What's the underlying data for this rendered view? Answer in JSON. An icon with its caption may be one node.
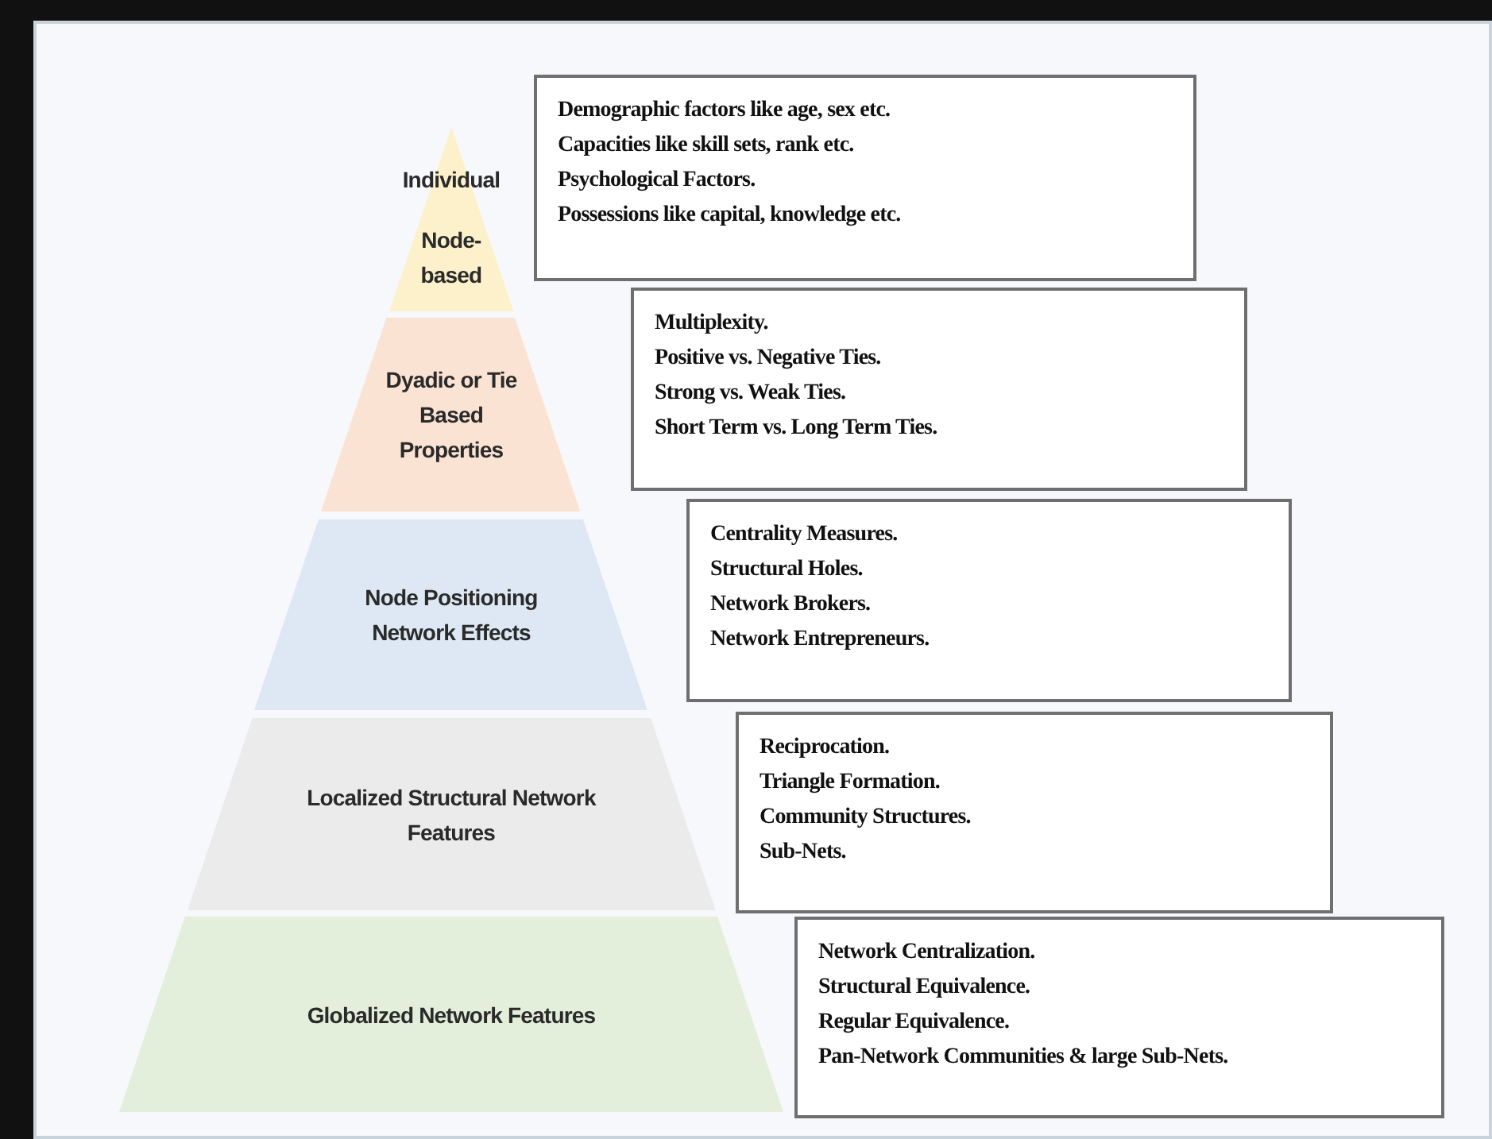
{
  "diagram": {
    "nodes": [
      {
        "text": [
          "Individual",
          "Node-based"
        ]
      },
      {
        "text": [
          "Dyadic or Tie Based Properties"
        ]
      },
      {
        "text": [
          "Node Positioning Network Effects"
        ]
      },
      {
        "text": [
          "Localized Structural Network Features"
        ]
      },
      {
        "text": [
          "Globalized Network Features"
        ]
      },
      {
        "text": [
          "Demographic factors like age, sex etc.",
          "Capacities like skill sets, rank etc.",
          "Psychological Factors.",
          "Possessions like capital, knowledge etc."
        ]
      },
      {
        "text": [
          "Multiplexity.",
          "Positive vs. Negative Ties.",
          "Strong vs. Weak Ties.",
          "Short Term vs. Long Term Ties."
        ]
      },
      {
        "text": [
          "Centrality Measures.",
          "Structural Holes.",
          "Network Brokers.",
          "Network Entrepreneurs."
        ]
      },
      {
        "text": [
          "Reciprocation.",
          "Triangle Formation.",
          "Community Structures.",
          "Sub-Nets."
        ]
      },
      {
        "text": [
          "Network Centralization.",
          "Structural Equivalence.",
          "Regular Equivalence.",
          "Pan-Network Communities & large Sub-Nets."
        ]
      }
    ]
  }
}
